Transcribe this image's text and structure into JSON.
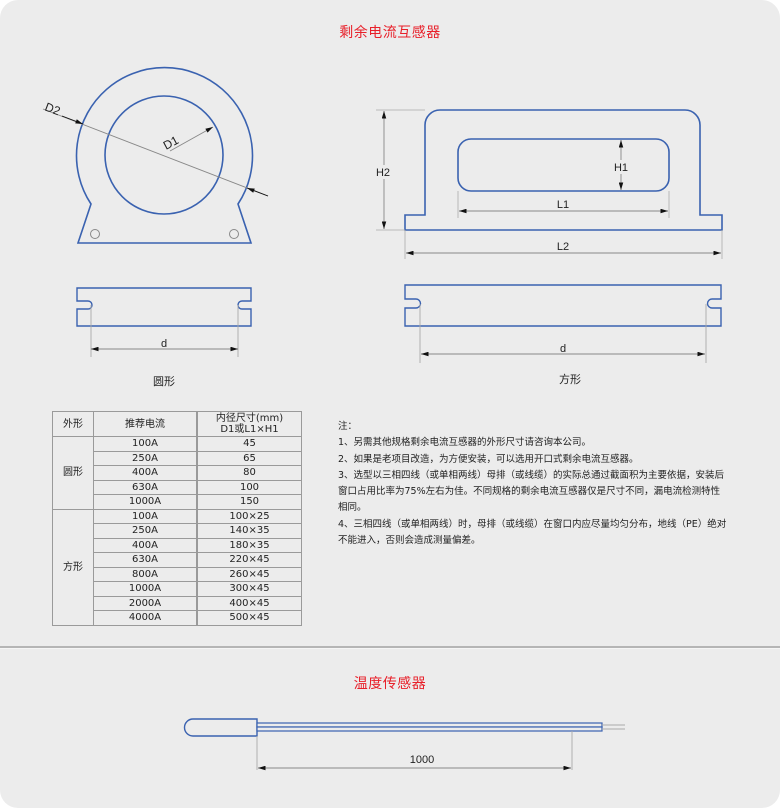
{
  "section1": {
    "title": "剩余电流互感器",
    "round_diagram": {
      "labels": {
        "outer_diameter": "D2",
        "inner_diameter": "D1",
        "slot_distance": "d"
      },
      "caption": "圆形"
    },
    "square_diagram": {
      "labels": {
        "outer_height": "H2",
        "inner_height": "H1",
        "inner_length": "L1",
        "outer_length": "L2",
        "slot_distance": "d"
      },
      "caption": "方形"
    },
    "table": {
      "headers": [
        "外形",
        "推荐电流",
        "内径尺寸(mm)",
        "D1或L1×H1"
      ],
      "groups": [
        {
          "shape": "圆形",
          "rows": [
            {
              "current": "100A",
              "size": "45"
            },
            {
              "current": "250A",
              "size": "65"
            },
            {
              "current": "400A",
              "size": "80"
            },
            {
              "current": "630A",
              "size": "100"
            },
            {
              "current": "1000A",
              "size": "150"
            }
          ]
        },
        {
          "shape": "方形",
          "rows": [
            {
              "current": "100A",
              "size": "100×25"
            },
            {
              "current": "250A",
              "size": "140×35"
            },
            {
              "current": "400A",
              "size": "180×35"
            },
            {
              "current": "630A",
              "size": "220×45"
            },
            {
              "current": "800A",
              "size": "260×45"
            },
            {
              "current": "1000A",
              "size": "300×45"
            },
            {
              "current": "2000A",
              "size": "400×45"
            },
            {
              "current": "4000A",
              "size": "500×45"
            }
          ]
        }
      ]
    },
    "notes": {
      "heading": "注：",
      "items": [
        "1、另需其他规格剩余电流互感器的外形尺寸请咨询本公司。",
        "2、如果是老项目改造，为方便安装，可以选用开口式剩余电流互感器。",
        "3、选型以三相四线（或单相两线）母排（或线缆）的实际总通过截面积为主要依据，安装后窗口占用比率为75%左右为佳。不同规格的剩余电流互感器仅是尺寸不同，漏电流检测特性相同。",
        "4、三相四线（或单相两线）时，母排（或线缆）在窗口内应尽量均匀分布，地线（PE）绝对不能进入，否则会造成测量偏差。"
      ]
    }
  },
  "section2": {
    "title": "温度传感器",
    "dimension_label": "1000"
  },
  "colors": {
    "title": "#e8202a",
    "outline": "#3a62b0",
    "dimension_line": "#9a9a9a",
    "background": "#ececec"
  }
}
